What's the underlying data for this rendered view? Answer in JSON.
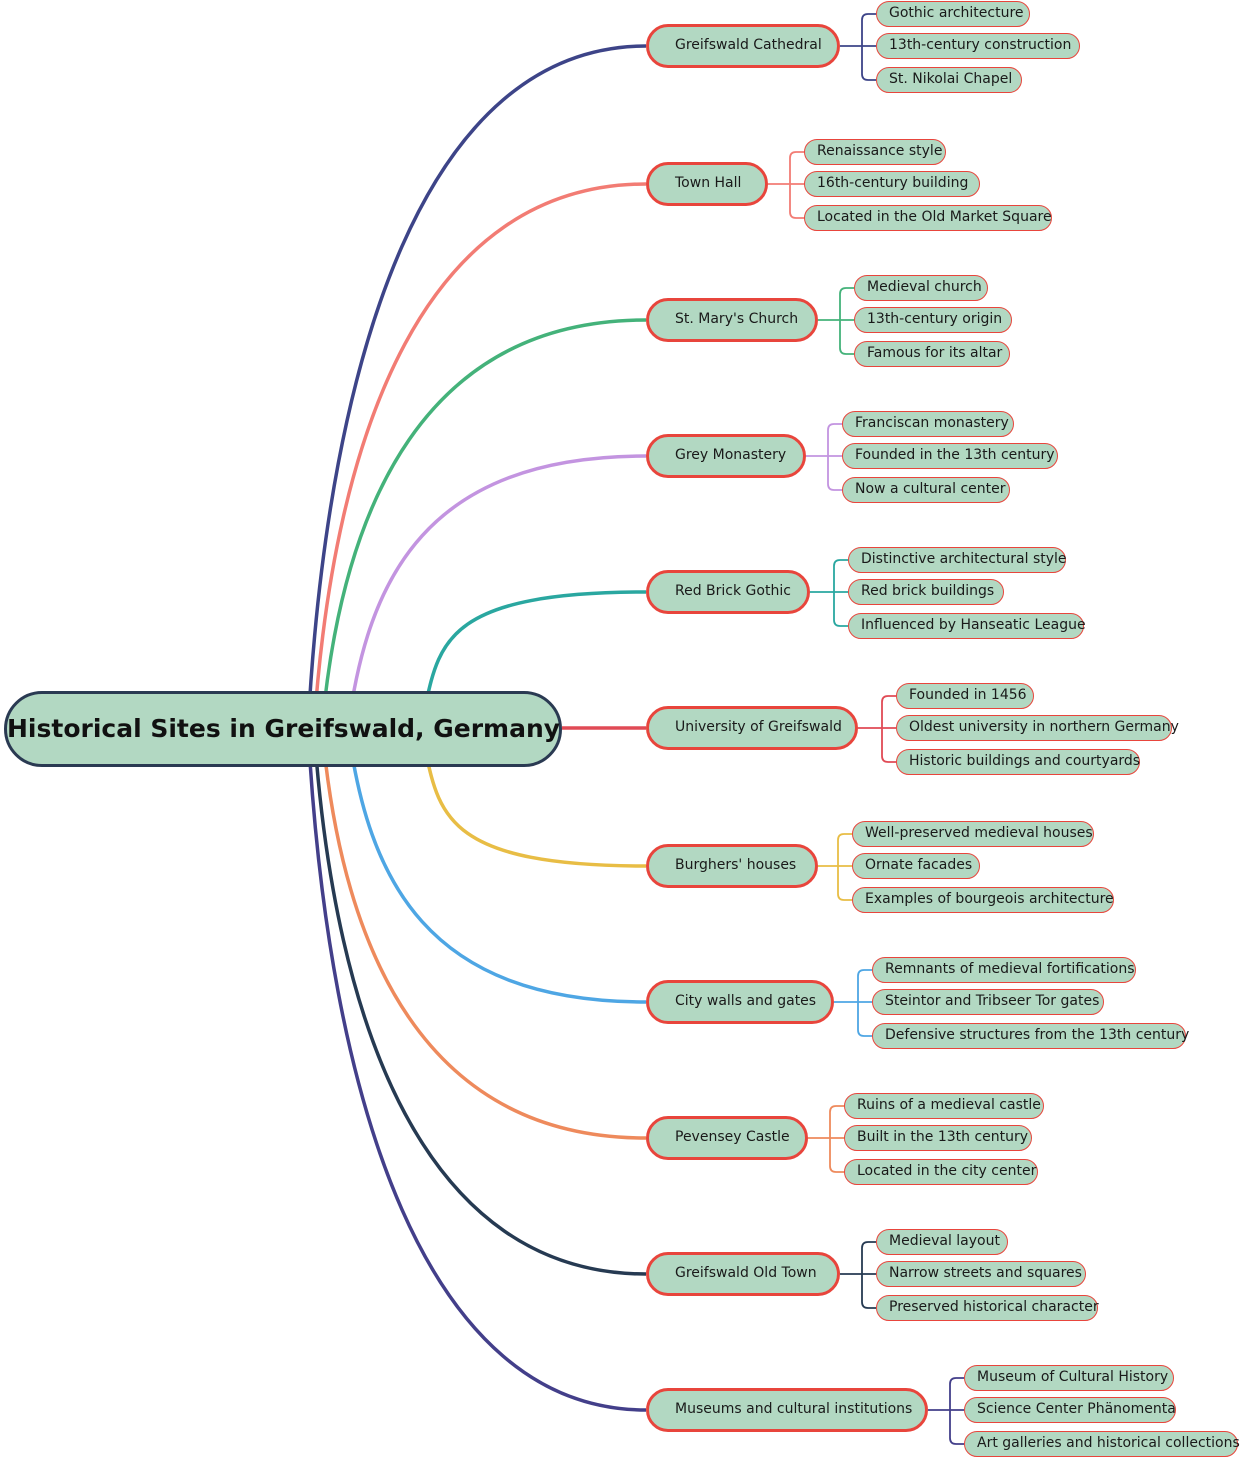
{
  "title": "Historical Sites in Greifswald, Germany",
  "branches": [
    {
      "label": "Greifswald Cathedral",
      "color": "#3d4488",
      "children": [
        "Gothic architecture",
        "13th-century construction",
        "St. Nikolai Chapel"
      ]
    },
    {
      "label": "Town Hall",
      "color": "#f27c74",
      "children": [
        "Renaissance style",
        "16th-century building",
        "Located in the Old Market Square"
      ]
    },
    {
      "label": "St. Mary's Church",
      "color": "#44b27a",
      "children": [
        "Medieval church",
        "13th-century origin",
        "Famous for its altar"
      ]
    },
    {
      "label": "Grey Monastery",
      "color": "#c394e0",
      "children": [
        "Franciscan monastery",
        "Founded in the 13th century",
        "Now a cultural center"
      ]
    },
    {
      "label": "Red Brick Gothic",
      "color": "#2aa7a0",
      "children": [
        "Distinctive architectural style",
        "Red brick buildings",
        "Influenced by Hanseatic League"
      ]
    },
    {
      "label": "University of Greifswald",
      "color": "#e04a55",
      "children": [
        "Founded in 1456",
        "Oldest university in northern Germany",
        "Historic buildings and courtyards"
      ]
    },
    {
      "label": "Burghers' houses",
      "color": "#e8bd45",
      "children": [
        "Well-preserved medieval houses",
        "Ornate facades",
        "Examples of bourgeois architecture"
      ]
    },
    {
      "label": "City walls and gates",
      "color": "#4ea6e4",
      "children": [
        "Remnants of medieval fortifications",
        "Steintor and Tribseer Tor gates",
        "Defensive structures from the 13th century"
      ]
    },
    {
      "label": "Pevensey Castle",
      "color": "#ee8a5c",
      "children": [
        "Ruins of a medieval castle",
        "Built in the 13th century",
        "Located in the city center"
      ]
    },
    {
      "label": "Greifswald Old Town",
      "color": "#263a52",
      "children": [
        "Medieval layout",
        "Narrow streets and squares",
        "Preserved historical character"
      ]
    },
    {
      "label": "Museums and cultural institutions",
      "color": "#433f8a",
      "children": [
        "Museum of Cultural History",
        "Science Center Phänomenta",
        "Art galleries and historical collections"
      ]
    }
  ]
}
